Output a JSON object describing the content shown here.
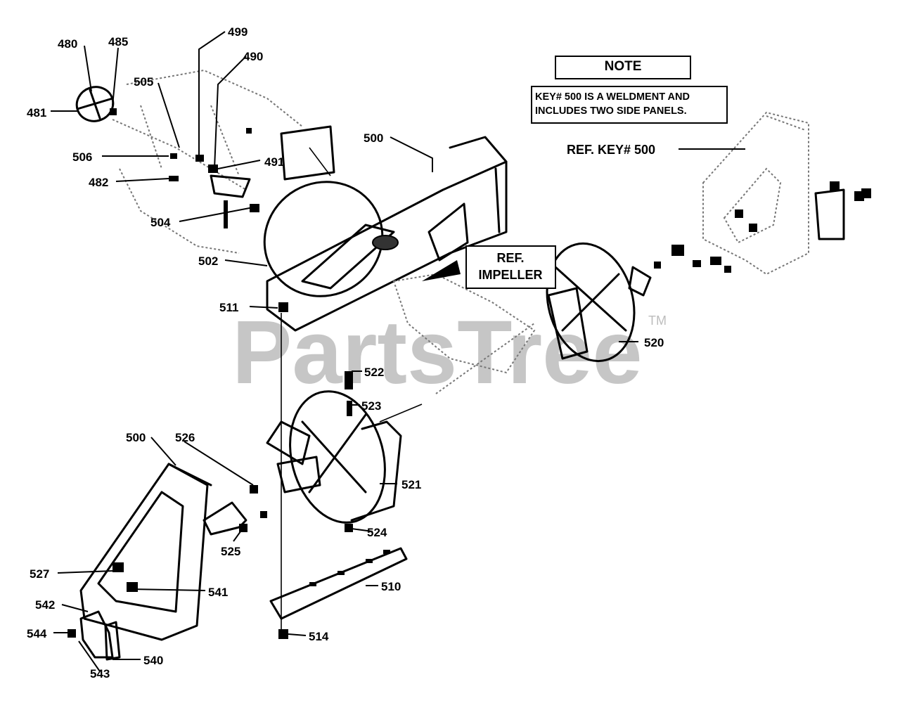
{
  "watermark": {
    "text": "PartsTree",
    "trademark": "TM"
  },
  "note": {
    "title": "NOTE",
    "line1": "KEY# 500 IS A WELDMENT AND",
    "line2": "INCLUDES TWO SIDE PANELS."
  },
  "references": {
    "impeller_line1": "REF.",
    "impeller_line2": "IMPELLER",
    "key500": "REF.  KEY# 500"
  },
  "callouts": {
    "k480": "480",
    "k485": "485",
    "k499": "499",
    "k490": "490",
    "k505": "505",
    "k481": "481",
    "k506": "506",
    "k491": "491",
    "k482": "482",
    "k504": "504",
    "k502": "502",
    "k500a": "500",
    "k511": "511",
    "k520": "520",
    "k522": "522",
    "k523": "523",
    "k500b": "500",
    "k526": "526",
    "k521": "521",
    "k524": "524",
    "k525": "525",
    "k527": "527",
    "k541": "541",
    "k510": "510",
    "k542": "542",
    "k544": "544",
    "k514": "514",
    "k540": "540",
    "k543": "543"
  }
}
